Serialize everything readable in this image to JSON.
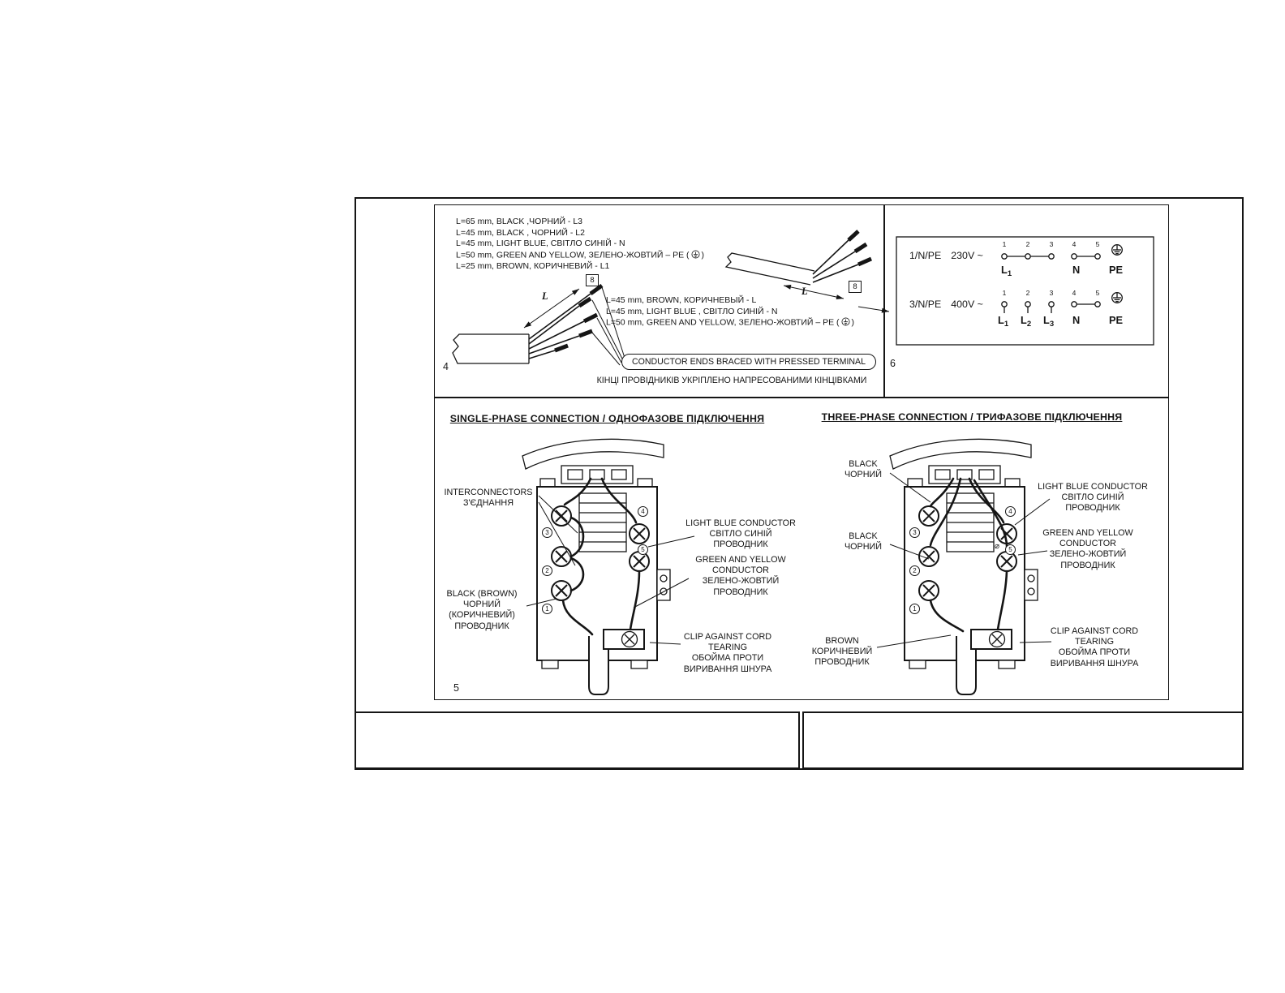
{
  "figure4": {
    "number": "4",
    "left_cable_specs": [
      "L=65 mm, BLACK ,ЧОРНИЙ -  L3",
      "L=45 mm, BLACK , ЧОРНИЙ - L2",
      "L=45 mm, LIGHT BLUE, СВІТЛО СИНІЙ - N",
      "L=50 mm, GREEN AND YELLOW, ЗЕЛЕНО-ЖОВТИЙ – PE (",
      "L=25 mm, BROWN,  КОРИЧНЕВИЙ - L1"
    ],
    "right_cable_specs": [
      "L=45 mm, BROWN, КОРИЧНЕВЫЙ  - L",
      "L=45 mm, LIGHT BLUE , СВІТЛО СИНІЙ - N",
      "L=50 mm, GREEN AND YELLOW, ЗЕЛЕНО-ЖОВТИЙ – PE ("
    ],
    "paren_close": ")",
    "dim_length": "L",
    "dim_width": "8",
    "callout_en": "CONDUCTOR ENDS BRACED WITH PRESSED TERMINAL",
    "callout_ua": "КІНЦІ ПРОВІДНИКІВ УКРІПЛЕНО НАПРЕСОВАНИМИ КІНЦІВКАМИ"
  },
  "figure6": {
    "number": "6",
    "rows": [
      {
        "system": "1/N/PE",
        "voltage": "230V ~",
        "terminals": [
          "1",
          "2",
          "3",
          "4",
          "5"
        ],
        "phases": [
          {
            "base": "L",
            "sub": "1"
          }
        ],
        "neutral": "N",
        "pe": "PE"
      },
      {
        "system": "3/N/PE",
        "voltage": "400V ~",
        "terminals": [
          "1",
          "2",
          "3",
          "4",
          "5"
        ],
        "phases": [
          {
            "base": "L",
            "sub": "1"
          },
          {
            "base": "L",
            "sub": "2"
          },
          {
            "base": "L",
            "sub": "3"
          }
        ],
        "neutral": "N",
        "pe": "PE"
      }
    ]
  },
  "figure5": {
    "number": "5",
    "terminal_numbers": [
      "1",
      "2",
      "3",
      "4",
      "5"
    ],
    "single_phase": {
      "title": "SINGLE-PHASE CONNECTION / ОДНОФАЗОВЕ ПІДКЛЮЧЕННЯ",
      "interconnectors": [
        "INTERCONNECTORS",
        "З'ЄДНАННЯ"
      ],
      "black_brown": [
        "BLACK (BROWN)",
        "ЧОРНИЙ",
        "(КОРИЧНЕВИЙ)",
        "ПРОВОДНИК"
      ],
      "light_blue": [
        "LIGHT BLUE CONDUCTOR",
        "СВІТЛО СИНІЙ",
        "ПРОВОДНИК"
      ],
      "green_yellow": [
        "GREEN AND YELLOW",
        "CONDUCTOR",
        "ЗЕЛЕНО-ЖОВТИЙ",
        "ПРОВОДНИК"
      ],
      "clip": [
        "CLIP AGAINST CORD",
        "TEARING",
        "ОБОЙМА ПРОТИ",
        "ВИРИВАННЯ ШНУРА"
      ]
    },
    "three_phase": {
      "title": "THREE-PHASE CONNECTION / ТРИФАЗОВЕ ПІДКЛЮЧЕННЯ",
      "black_top": [
        "BLACK",
        "ЧОРНИЙ"
      ],
      "black_mid": [
        "BLACK",
        "ЧОРНИЙ"
      ],
      "brown": [
        "BROWN",
        "КОРИЧНЕВИЙ",
        "ПРОВОДНИК"
      ],
      "light_blue": [
        "LIGHT BLUE CONDUCTOR",
        "СВІТЛО СИНІЙ",
        "ПРОВОДНИК"
      ],
      "green_yellow": [
        "GREEN AND YELLOW",
        "CONDUCTOR",
        "ЗЕЛЕНО-ЖОВТИЙ",
        "ПРОВОДНИК"
      ],
      "clip": [
        "CLIP AGAINST CORD",
        "TEARING",
        "ОБОЙМА ПРОТИ",
        "ВИРИВАННЯ ШНУРА"
      ],
      "diameter_mark": "⌀"
    }
  }
}
